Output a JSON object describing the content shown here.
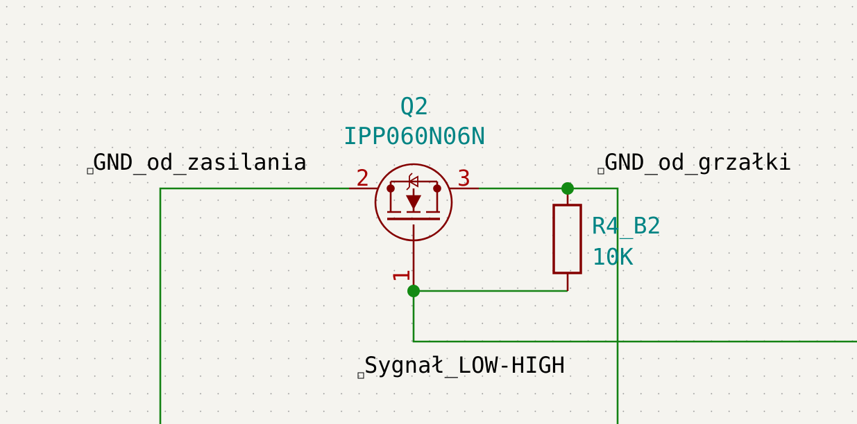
{
  "colors": {
    "wire": "#148214",
    "junction": "#138a13",
    "symbol": "#840000",
    "reference": "#008484",
    "value": "#008484",
    "net_label": "#000000",
    "pin_number": "#a90000"
  },
  "transistor": {
    "reference": "Q2",
    "value": "IPP060N06N",
    "pins": {
      "gate": "1",
      "source": "2",
      "drain": "3"
    }
  },
  "resistor": {
    "reference": "R4_B2",
    "value": "10K"
  },
  "net_labels": {
    "left": "GND_od_zasilania",
    "right": "GND_od_grzałki",
    "bottom": "Sygnał_LOW-HIGH"
  }
}
